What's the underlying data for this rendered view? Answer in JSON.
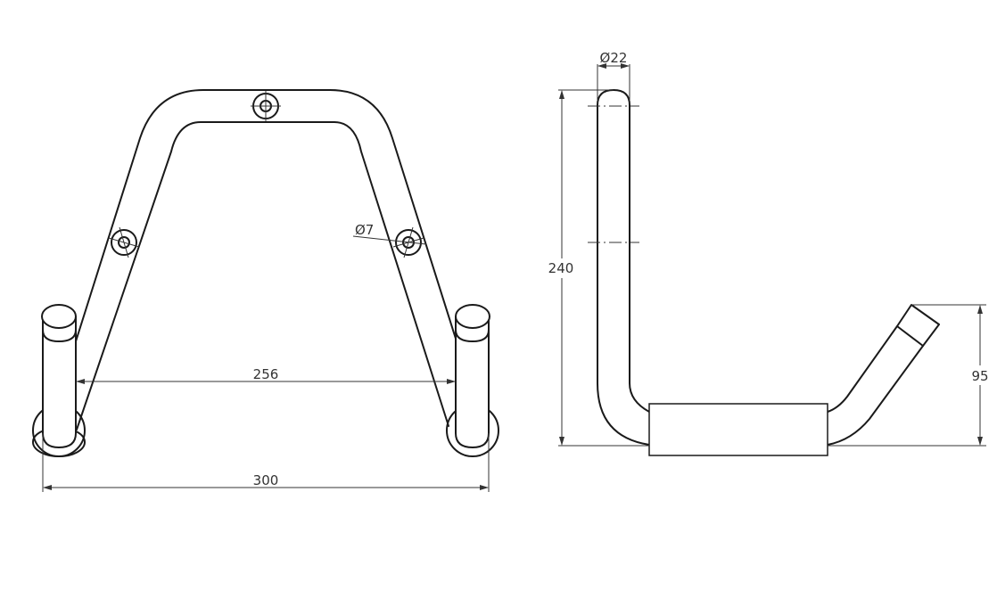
{
  "drawing": {
    "type": "technical drawing",
    "views": [
      {
        "name": "front-view",
        "description": "Trapezoidal bent tube bracket with two vertical end posts",
        "dimensions": {
          "inner_width": "256",
          "overall_width": "300",
          "hole_diameter": "Ø7"
        },
        "mounting_holes": 3
      },
      {
        "name": "side-view",
        "description": "L-shaped tube profile with angled end and rectangular base block",
        "dimensions": {
          "tube_diameter": "Ø22",
          "height": "240",
          "angled_end_height": "95"
        }
      }
    ]
  },
  "labels": {
    "inner_width": "256",
    "overall_width": "300",
    "hole_diameter": "Ø7",
    "tube_diameter": "Ø22",
    "height": "240",
    "angled_end_height": "95"
  }
}
